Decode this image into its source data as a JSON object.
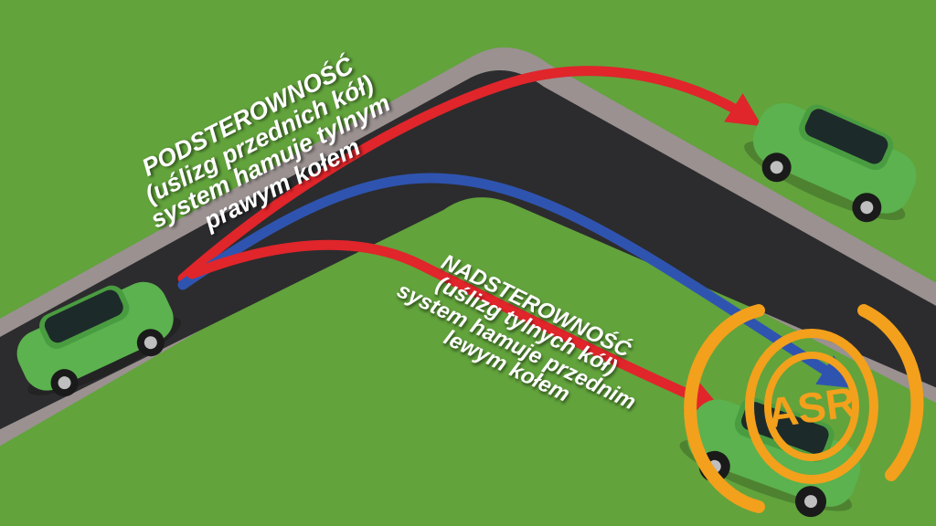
{
  "understeer": {
    "title": "PODSTEROWNOŚĆ",
    "line1": "(uślizg przednich kół)",
    "line2": "system hamuje tylnym",
    "line3": "prawym kołem"
  },
  "oversteer": {
    "title": "NADSTEROWNOŚĆ",
    "line1": "(uślizg tylnych kół)",
    "line2": "system hamuje przednim",
    "line3": "lewym kołem"
  },
  "badge": {
    "text": "ASR"
  },
  "colors": {
    "grass": "#5fa03a",
    "road": "#2c2c2e",
    "curb": "#9a9190",
    "car": "#5bb24e",
    "understeer_path": "#e0252b",
    "correct_path": "#2f54b0",
    "oversteer_path": "#e0252b",
    "asr_ring": "#f3a01c"
  }
}
